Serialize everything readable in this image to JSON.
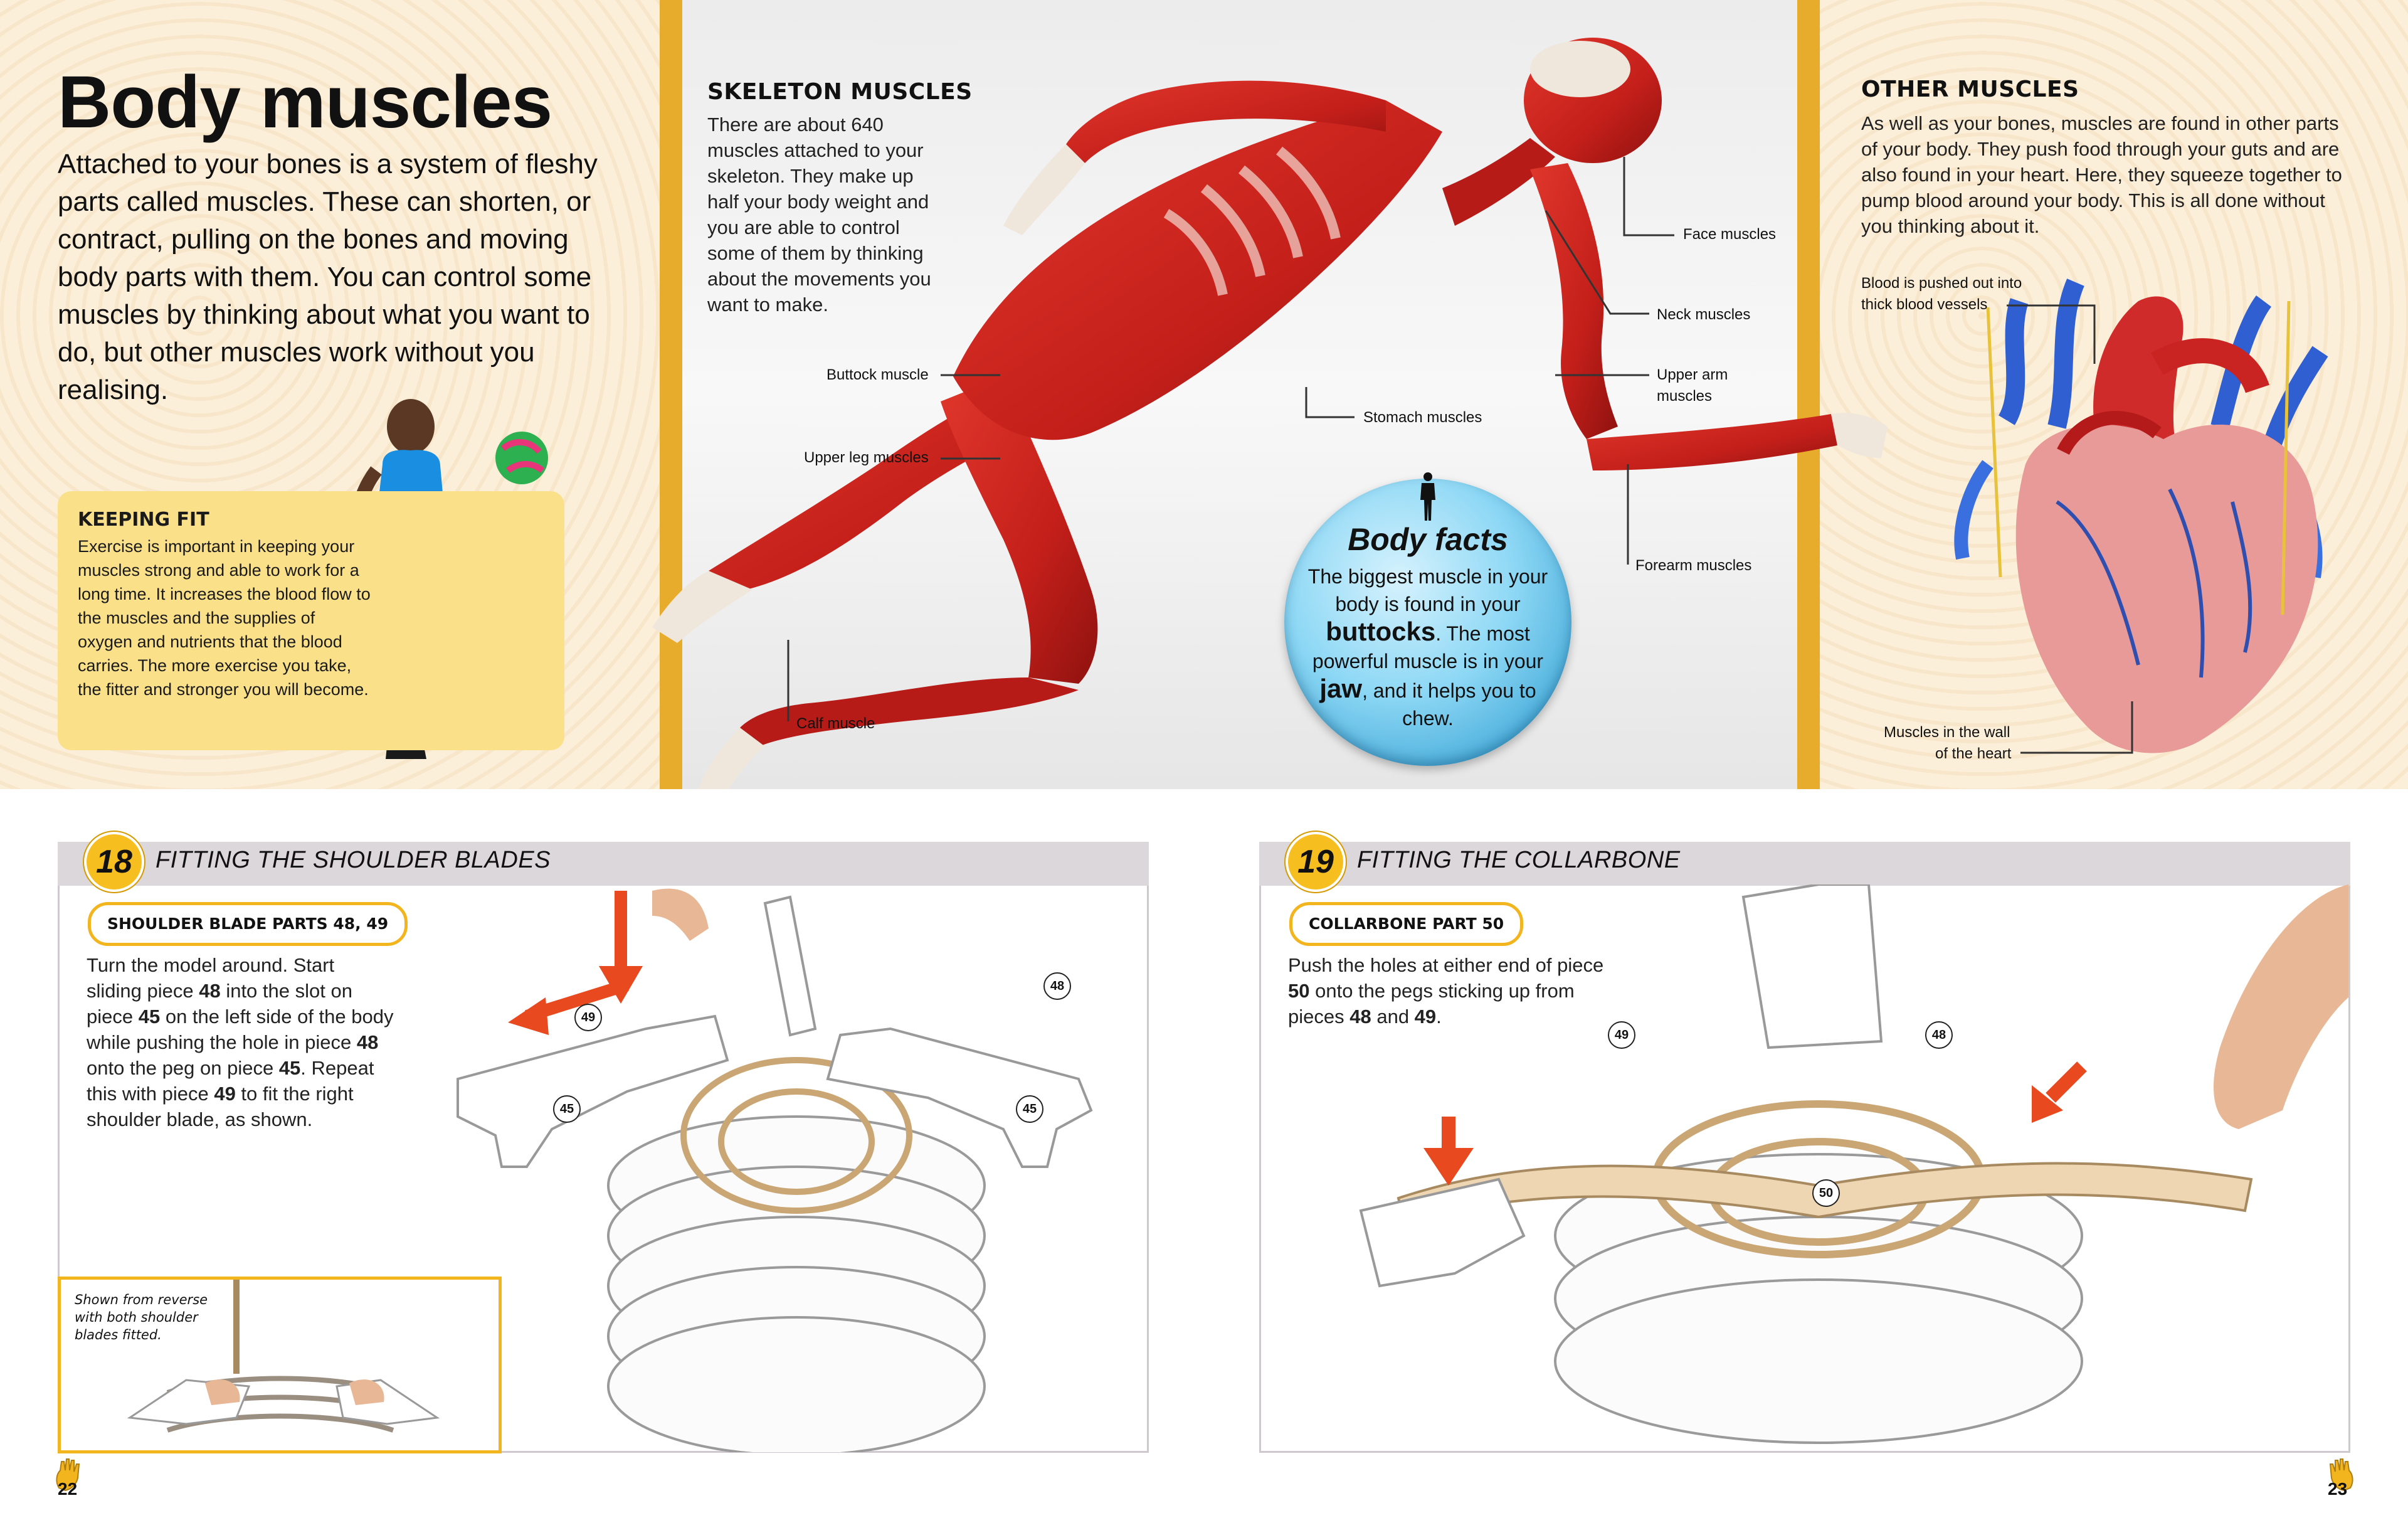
{
  "title": "Body muscles",
  "intro": "Attached to your bones is a system of fleshy parts called muscles. These can shorten, or contract, pulling on the bones and moving body parts with them. You can control some muscles by thinking about what you want to do, but other muscles work without you realising.",
  "keeping_fit": {
    "heading": "KEEPING FIT",
    "text": "Exercise is important in keeping your muscles strong and able to work for a long time. It increases the blood flow to the muscles and the supplies of oxygen and nutrients that the blood carries. The more exercise you take, the fitter and stronger you will become."
  },
  "skeleton_muscles": {
    "heading": "SKELETON MUSCLES",
    "text": "There are about 640 muscles attached to your skeleton. They make up half your body weight and you are able to control some of them by thinking about the movements you want to make."
  },
  "other_muscles": {
    "heading": "OTHER MUSCLES",
    "text": "As well as your bones, muscles are found in other parts of your body. They push food through your guts and are also found in your heart. Here, they squeeze together to pump blood around your body. This is all done without you thinking about it."
  },
  "muscle_labels": {
    "face": "Face muscles",
    "neck": "Neck muscles",
    "upper_arm_1": "Upper arm",
    "upper_arm_2": "muscles",
    "stomach": "Stomach muscles",
    "forearm": "Forearm muscles",
    "buttock": "Buttock muscle",
    "upper_leg": "Upper leg muscles",
    "calf": "Calf muscle"
  },
  "heart_labels": {
    "vessels_1": "Blood is pushed out into",
    "vessels_2": "thick blood vessels",
    "wall_1": "Muscles in the wall",
    "wall_2": "of the heart"
  },
  "body_facts": {
    "title": "Body facts",
    "line_a": "The biggest muscle in your body is found in your",
    "word_a": "buttocks",
    "line_b": ". The most powerful muscle is in your",
    "word_b": "jaw",
    "line_c": ", and it helps you to chew."
  },
  "step18": {
    "number": "18",
    "title": "FITTING THE SHOULDER BLADES",
    "parts": "SHOULDER BLADE PARTS 48, 49",
    "t1": "Turn the model around. Start sliding piece ",
    "p48a": "48",
    "t2": " into the slot on piece ",
    "p45a": "45",
    "t3": " on the left side of the body while pushing the hole in piece ",
    "p48b": "48",
    "t4": " onto the peg on piece ",
    "p45b": "45",
    "t5": ". Repeat this with piece ",
    "p49": "49",
    "t6": " to fit the right shoulder blade, as shown.",
    "tags": {
      "a": "49",
      "b": "48",
      "c": "45",
      "d": "45"
    },
    "inset_caption": "Shown from reverse with both shoulder blades fitted."
  },
  "step19": {
    "number": "19",
    "title": "FITTING THE COLLARBONE",
    "parts": "COLLARBONE PART 50",
    "t1": "Push the holes at either end of piece ",
    "p50": "50",
    "t2": " onto the pegs sticking up from pieces ",
    "p48": "48",
    "t3": " and ",
    "p49": "49",
    "t4": ".",
    "tags": {
      "a": "49",
      "b": "48",
      "c": "50"
    }
  },
  "page_numbers": {
    "left": "22",
    "right": "23"
  },
  "colors": {
    "accent": "#f2b51e",
    "muscle": "#c8231f",
    "bubble": "#8ed8f5",
    "cream": "#fcefd9"
  },
  "icons": [
    "person-icon",
    "hand-icon",
    "arrow-icon"
  ]
}
